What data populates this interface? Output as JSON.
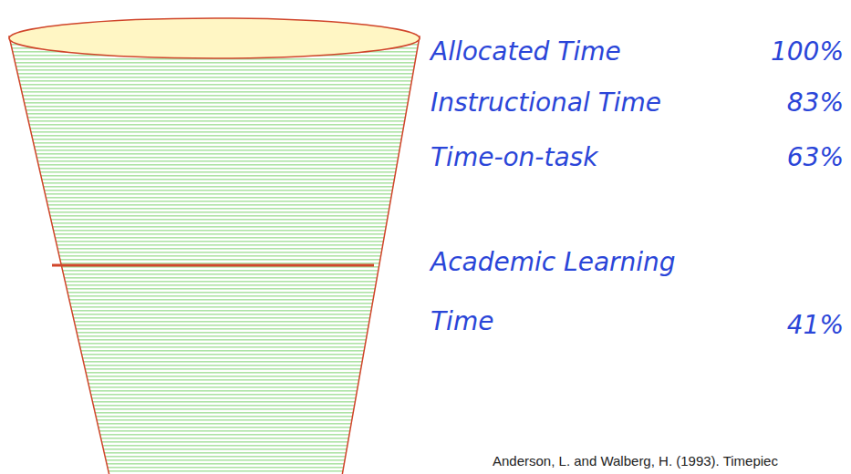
{
  "diagram": {
    "labels": [
      "Allocated Time",
      "100%",
      "Instructional Time",
      "83%",
      "Time-on-task",
      "63%",
      "Academic Learning Time",
      "41%",
      "Anderson, L. and Walberg, H. (1993). Timepiec"
    ]
  }
}
